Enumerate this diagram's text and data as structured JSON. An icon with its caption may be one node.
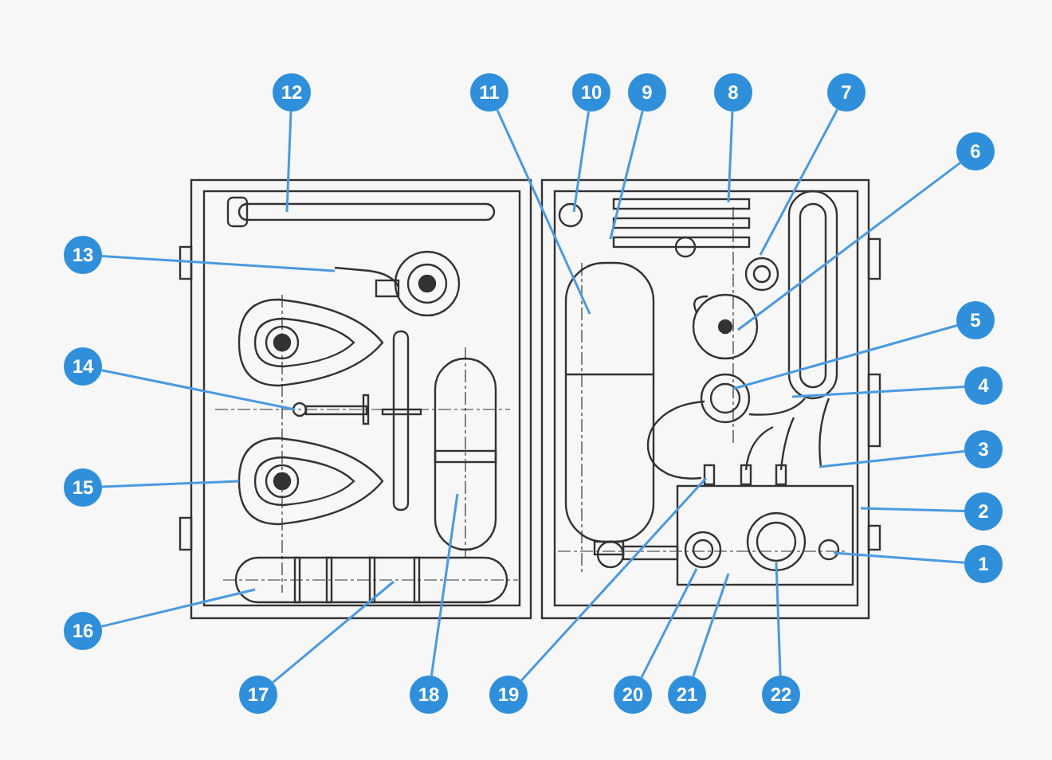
{
  "diagram": {
    "nodes": [
      {
        "text": [
          "1"
        ]
      },
      {
        "text": [
          "2"
        ]
      },
      {
        "text": [
          "3"
        ]
      },
      {
        "text": [
          "4"
        ]
      },
      {
        "text": [
          "5"
        ]
      },
      {
        "text": [
          "6"
        ]
      },
      {
        "text": [
          "7"
        ]
      },
      {
        "text": [
          "8"
        ]
      },
      {
        "text": [
          "9"
        ]
      },
      {
        "text": [
          "10"
        ]
      },
      {
        "text": [
          "11"
        ]
      },
      {
        "text": [
          "12"
        ]
      },
      {
        "text": [
          "13"
        ]
      },
      {
        "text": [
          "14"
        ]
      },
      {
        "text": [
          "15"
        ]
      },
      {
        "text": [
          "16"
        ]
      },
      {
        "text": [
          "17"
        ]
      },
      {
        "text": [
          "18"
        ]
      },
      {
        "text": [
          "19"
        ]
      },
      {
        "text": [
          "20"
        ]
      },
      {
        "text": [
          "21"
        ]
      },
      {
        "text": [
          "22"
        ]
      }
    ],
    "edges": [
      {
        "from": 0,
        "to": null,
        "arrow": "none"
      },
      {
        "from": 1,
        "to": null,
        "arrow": "none"
      },
      {
        "from": 2,
        "to": null,
        "arrow": "none"
      },
      {
        "from": 3,
        "to": null,
        "arrow": "none"
      },
      {
        "from": 4,
        "to": null,
        "arrow": "none"
      },
      {
        "from": 5,
        "to": null,
        "arrow": "none"
      },
      {
        "from": 6,
        "to": null,
        "arrow": "none"
      },
      {
        "from": 7,
        "to": null,
        "arrow": "none"
      },
      {
        "from": 8,
        "to": null,
        "arrow": "none"
      },
      {
        "from": 9,
        "to": null,
        "arrow": "none"
      },
      {
        "from": 10,
        "to": null,
        "arrow": "none"
      },
      {
        "from": 11,
        "to": null,
        "arrow": "none"
      },
      {
        "from": 12,
        "to": null,
        "arrow": "none"
      },
      {
        "from": 13,
        "to": null,
        "arrow": "none"
      },
      {
        "from": 14,
        "to": null,
        "arrow": "none"
      },
      {
        "from": 15,
        "to": null,
        "arrow": "none"
      },
      {
        "from": 16,
        "to": null,
        "arrow": "none"
      },
      {
        "from": 17,
        "to": null,
        "arrow": "none"
      },
      {
        "from": 18,
        "to": null,
        "arrow": "none"
      },
      {
        "from": 19,
        "to": null,
        "arrow": "none"
      },
      {
        "from": 20,
        "to": null,
        "arrow": "none"
      },
      {
        "from": 21,
        "to": null,
        "arrow": "none"
      }
    ]
  }
}
